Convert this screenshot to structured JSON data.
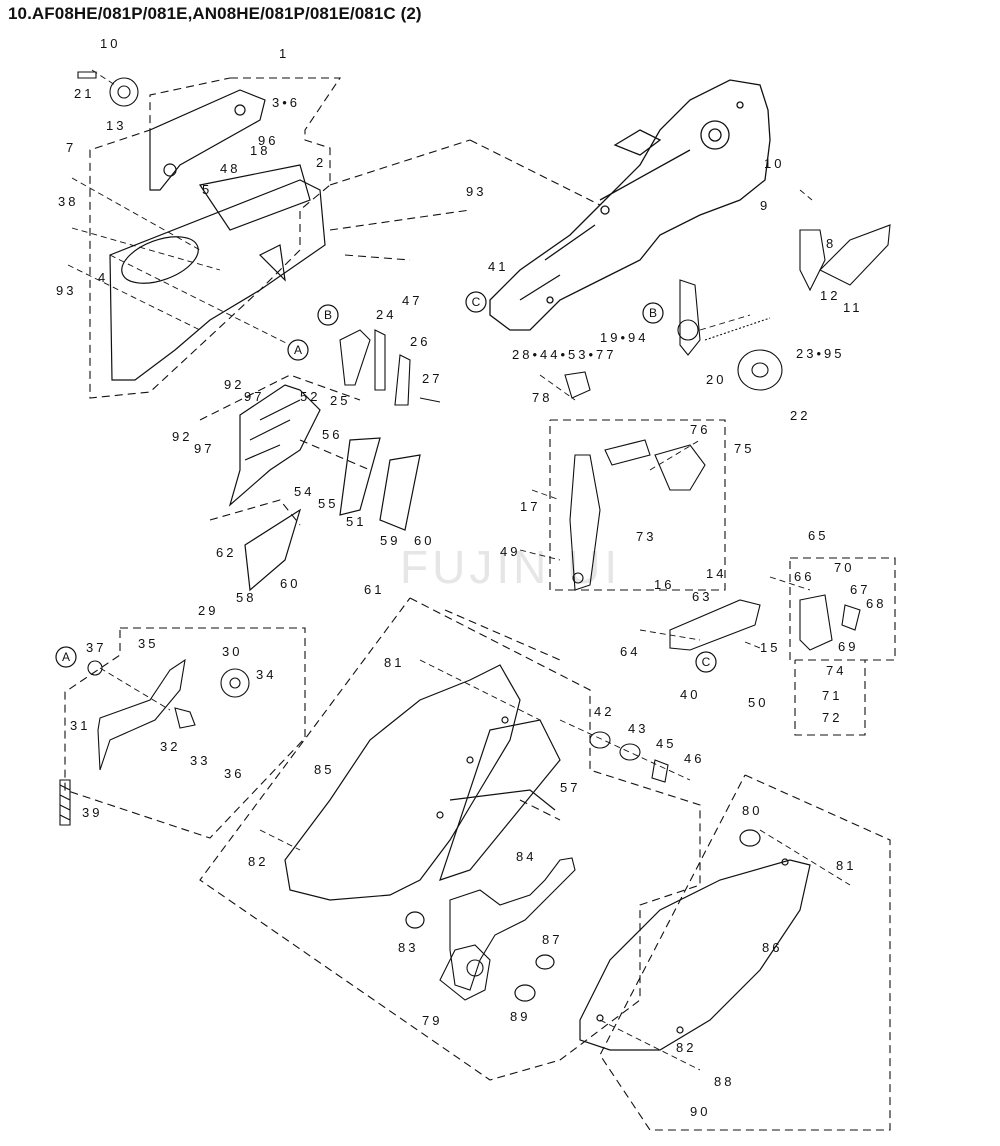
{
  "title": "10.AF08HE/081P/081E,AN08HE/081P/081E/081C (2)",
  "watermark": "FUJIN UI",
  "labels": [
    {
      "id": "l10a",
      "text": "10"
    },
    {
      "id": "l21",
      "text": "21"
    },
    {
      "id": "l13",
      "text": "13"
    },
    {
      "id": "l1",
      "text": "1"
    },
    {
      "id": "l36",
      "text": "3•6"
    },
    {
      "id": "l96",
      "text": "96"
    },
    {
      "id": "l7",
      "text": "7"
    },
    {
      "id": "l18",
      "text": "18"
    },
    {
      "id": "l2",
      "text": "2"
    },
    {
      "id": "l48",
      "text": "48"
    },
    {
      "id": "l5",
      "text": "5"
    },
    {
      "id": "l38",
      "text": "38"
    },
    {
      "id": "l4",
      "text": "4"
    },
    {
      "id": "l93a",
      "text": "93"
    },
    {
      "id": "l93b",
      "text": "93"
    },
    {
      "id": "l41",
      "text": "41"
    },
    {
      "id": "l47",
      "text": "47"
    },
    {
      "id": "l10b",
      "text": "10"
    },
    {
      "id": "l9",
      "text": "9"
    },
    {
      "id": "l8",
      "text": "8"
    },
    {
      "id": "l12",
      "text": "12"
    },
    {
      "id": "l11",
      "text": "11"
    },
    {
      "id": "l1994",
      "text": "19•94"
    },
    {
      "id": "l2395",
      "text": "23•95"
    },
    {
      "id": "l28",
      "text": "28•44•53•77"
    },
    {
      "id": "l20",
      "text": "20"
    },
    {
      "id": "l22",
      "text": "22"
    },
    {
      "id": "l78",
      "text": "78"
    },
    {
      "id": "l24",
      "text": "24"
    },
    {
      "id": "l26",
      "text": "26"
    },
    {
      "id": "l27",
      "text": "27"
    },
    {
      "id": "l25",
      "text": "25"
    },
    {
      "id": "l92a",
      "text": "92"
    },
    {
      "id": "l97a",
      "text": "97"
    },
    {
      "id": "l52",
      "text": "52"
    },
    {
      "id": "l92b",
      "text": "92"
    },
    {
      "id": "l97b",
      "text": "97"
    },
    {
      "id": "l56",
      "text": "56"
    },
    {
      "id": "l54",
      "text": "54"
    },
    {
      "id": "l55",
      "text": "55"
    },
    {
      "id": "l51",
      "text": "51"
    },
    {
      "id": "l59",
      "text": "59"
    },
    {
      "id": "l60a",
      "text": "60"
    },
    {
      "id": "l62",
      "text": "62"
    },
    {
      "id": "l60b",
      "text": "60"
    },
    {
      "id": "l58",
      "text": "58"
    },
    {
      "id": "l76",
      "text": "76"
    },
    {
      "id": "l75",
      "text": "75"
    },
    {
      "id": "l17",
      "text": "17"
    },
    {
      "id": "l49",
      "text": "49"
    },
    {
      "id": "l73",
      "text": "73"
    },
    {
      "id": "l65",
      "text": "65"
    },
    {
      "id": "l14",
      "text": "14"
    },
    {
      "id": "l66",
      "text": "66"
    },
    {
      "id": "l70",
      "text": "70"
    },
    {
      "id": "l67",
      "text": "67"
    },
    {
      "id": "l68",
      "text": "68"
    },
    {
      "id": "l16",
      "text": "16"
    },
    {
      "id": "l63",
      "text": "63"
    },
    {
      "id": "l69",
      "text": "69"
    },
    {
      "id": "l74",
      "text": "74"
    },
    {
      "id": "l64",
      "text": "64"
    },
    {
      "id": "l15",
      "text": "15"
    },
    {
      "id": "l71",
      "text": "71"
    },
    {
      "id": "l72",
      "text": "72"
    },
    {
      "id": "l40",
      "text": "40"
    },
    {
      "id": "l50",
      "text": "50"
    },
    {
      "id": "l61",
      "text": "61"
    },
    {
      "id": "l29",
      "text": "29"
    },
    {
      "id": "l35",
      "text": "35"
    },
    {
      "id": "l30",
      "text": "30"
    },
    {
      "id": "l37",
      "text": "37"
    },
    {
      "id": "l34",
      "text": "34"
    },
    {
      "id": "l31",
      "text": "31"
    },
    {
      "id": "l32",
      "text": "32"
    },
    {
      "id": "l33",
      "text": "33"
    },
    {
      "id": "l36b",
      "text": "36"
    },
    {
      "id": "l39",
      "text": "39"
    },
    {
      "id": "l81a",
      "text": "81"
    },
    {
      "id": "l42",
      "text": "42"
    },
    {
      "id": "l43",
      "text": "43"
    },
    {
      "id": "l45",
      "text": "45"
    },
    {
      "id": "l46",
      "text": "46"
    },
    {
      "id": "l85",
      "text": "85"
    },
    {
      "id": "l57",
      "text": "57"
    },
    {
      "id": "l80",
      "text": "80"
    },
    {
      "id": "l84",
      "text": "84"
    },
    {
      "id": "l81b",
      "text": "81"
    },
    {
      "id": "l82a",
      "text": "82"
    },
    {
      "id": "l83",
      "text": "83"
    },
    {
      "id": "l86",
      "text": "86"
    },
    {
      "id": "l87",
      "text": "87"
    },
    {
      "id": "l89",
      "text": "89"
    },
    {
      "id": "l79",
      "text": "79"
    },
    {
      "id": "l82b",
      "text": "82"
    },
    {
      "id": "l88",
      "text": "88"
    },
    {
      "id": "l90",
      "text": "90"
    }
  ],
  "circles": [
    {
      "id": "cB1",
      "text": "B"
    },
    {
      "id": "cA1",
      "text": "A"
    },
    {
      "id": "cC1",
      "text": "C"
    },
    {
      "id": "cB2",
      "text": "B"
    },
    {
      "id": "cC2",
      "text": "C"
    },
    {
      "id": "cA2",
      "text": "A"
    }
  ]
}
